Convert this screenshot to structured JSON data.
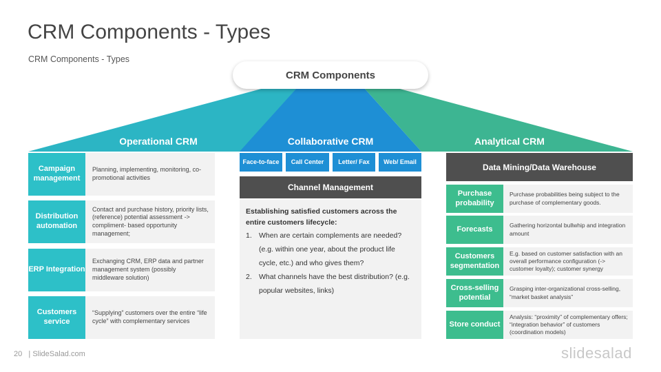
{
  "title": "CRM Components - Types",
  "subtitle": "CRM Components  - Types",
  "center_pill": "CRM Components",
  "colors": {
    "operational": "#2dc0c8",
    "collaborative": "#1e8fd5",
    "analytical": "#3dbd8e",
    "dark": "#4f4f4f"
  },
  "operational": {
    "title": "Operational CRM",
    "rows": [
      {
        "label": "Campaign management",
        "desc": "Planning, implementing, monitoring, co-promotional activities"
      },
      {
        "label": "Distribution automation",
        "desc": "Contact and purchase history, priority lists, (reference) potential assessment -> compliment- based opportunity management;"
      },
      {
        "label": "ERP Integration",
        "desc": "Exchanging CRM, ERP data and partner management system (possibly middleware solution)"
      },
      {
        "label": "Customers service",
        "desc": "“Supplying” customers over the entire “life cycle” with complementary services"
      }
    ]
  },
  "collaborative": {
    "title": "Collaborative CRM",
    "tabs": [
      "Face-to-face",
      "Call Center",
      "Letter/ Fax",
      "Web/ Email"
    ],
    "channel_title": "Channel  Management",
    "intro": "Establishing satisfied customers across the entire customers lifecycle:",
    "items": [
      {
        "num": "1.",
        "text": "When are certain complements are needed? (e.g. within one year, about the product life cycle, etc.) and who gives them?"
      },
      {
        "num": "2.",
        "text": "What channels have the best distribution? (e.g. popular websites, links)"
      }
    ]
  },
  "analytical": {
    "title": "Analytical CRM",
    "header": "Data Mining/Data Warehouse",
    "rows": [
      {
        "label": "Purchase probability",
        "desc": "Purchase probabilities  being  subject to the purchase of complementary  goods."
      },
      {
        "label": "Forecasts",
        "desc": "Gathering  horizontal  bullwhip  and integration  amount"
      },
      {
        "label": "Customers segmentation",
        "desc": "E.g. based on customer satisfaction with an overall performance configuration (-> customer loyalty); customer synergy"
      },
      {
        "label": "Cross-selling potential",
        "desc": "Grasping inter-organizational  cross-selling, “market basket analysis”"
      },
      {
        "label": "Store conduct",
        "desc": "Analysis: “proximity”  of complementary offers; “integration  behavior”  of customers (coordination  models)"
      }
    ]
  },
  "footer": {
    "page": "20",
    "site": "| SlideSalad.com"
  },
  "logo": "slidesalad"
}
